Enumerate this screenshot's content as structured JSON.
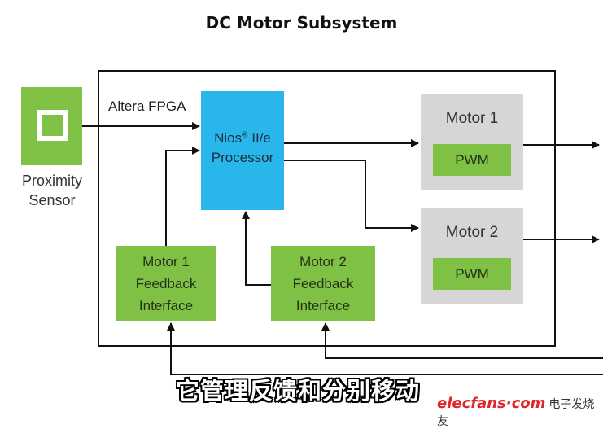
{
  "title": "DC Motor Subsystem",
  "fpga_label": "Altera FPGA",
  "sensor": {
    "line1": "Proximity",
    "line2": "Sensor"
  },
  "processor": {
    "line1": "Nios",
    "registered": "®",
    "line1_suffix": " II/e",
    "line2": "Processor"
  },
  "motors": [
    {
      "label": "Motor 1",
      "pwm": "PWM"
    },
    {
      "label": "Motor 2",
      "pwm": "PWM"
    }
  ],
  "feedback": [
    {
      "line1": "Motor 1",
      "line2": "Feedback",
      "line3": "Interface"
    },
    {
      "line1": "Motor 2",
      "line2": "Feedback",
      "line3": "Interface"
    }
  ],
  "caption": "它管理反馈和分别移动",
  "watermark": {
    "brand": "elecfans·com",
    "cn": "电子发烧友"
  },
  "colors": {
    "green": "#7fc144",
    "blue": "#29b6ea",
    "gray": "#d6d6d6",
    "border": "#111111"
  }
}
